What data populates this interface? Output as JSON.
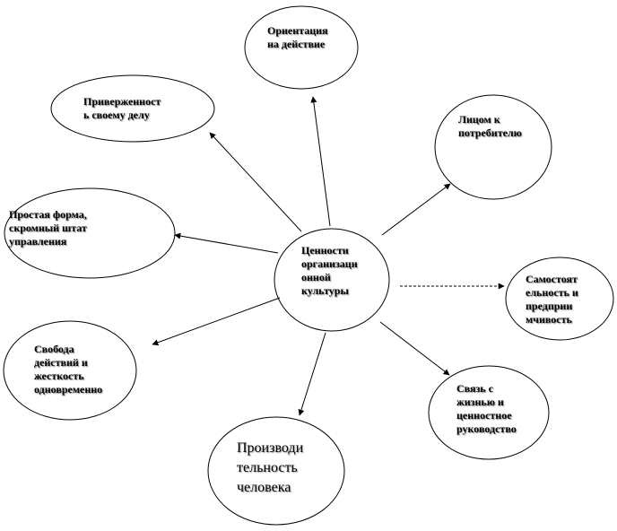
{
  "center": {
    "label": "Ценности\nорганизаци\nонной\nкультуры"
  },
  "values": [
    {
      "id": "orientation",
      "label": "Ориентация\nна действие"
    },
    {
      "id": "commitment",
      "label": "Приверженност\nь своему делу"
    },
    {
      "id": "customer",
      "label": "Лицом к\nпотребителю"
    },
    {
      "id": "simple-form",
      "label": "Простая форма,\nскромный штат\nуправления"
    },
    {
      "id": "autonomy",
      "label": "Самостоят\nельность и\nпредприи\nмчивость"
    },
    {
      "id": "freedom",
      "label": "Свобода\nдействий и\nжесткость\nодновременно"
    },
    {
      "id": "connection",
      "label": "Связь с\nжизнью и\nценностное\nруководство"
    },
    {
      "id": "productivity",
      "label": "Производи\nтельность\nчеловека"
    }
  ]
}
